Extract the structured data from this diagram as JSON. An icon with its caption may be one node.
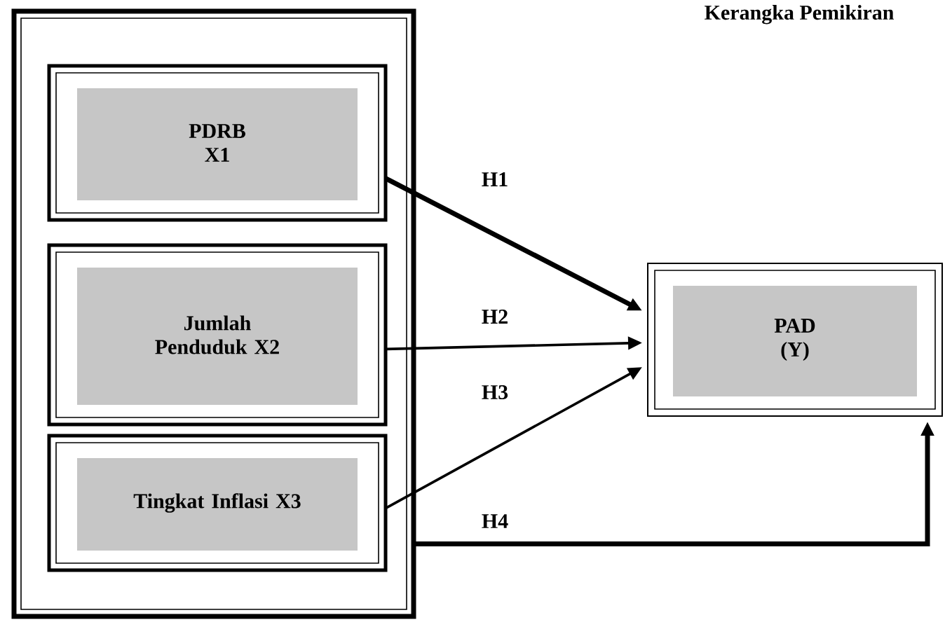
{
  "diagram": {
    "title": "Kerangka Pemikiran",
    "nodes": [
      {
        "text": [],
        "shape": "box"
      },
      {
        "text": [
          "PDRB X1"
        ],
        "in": 0
      },
      {
        "text": [
          "Jumlah Penduduk X2"
        ],
        "in": 0
      },
      {
        "text": [
          "Tingkat Inflasi X3"
        ],
        "in": 0
      },
      {
        "text": [
          "PAD (Y)"
        ]
      }
    ],
    "edges": [
      {
        "from": 1,
        "to": 4,
        "arrow": "to",
        "label": "H1",
        "style": "thick"
      },
      {
        "from": 2,
        "to": 4,
        "arrow": "to",
        "label": "H2"
      },
      {
        "from": 3,
        "to": 4,
        "arrow": "to",
        "label": "H3"
      },
      {
        "from": 0,
        "to": 4,
        "arrow": "to",
        "label": "H4",
        "style": "thick"
      }
    ]
  }
}
